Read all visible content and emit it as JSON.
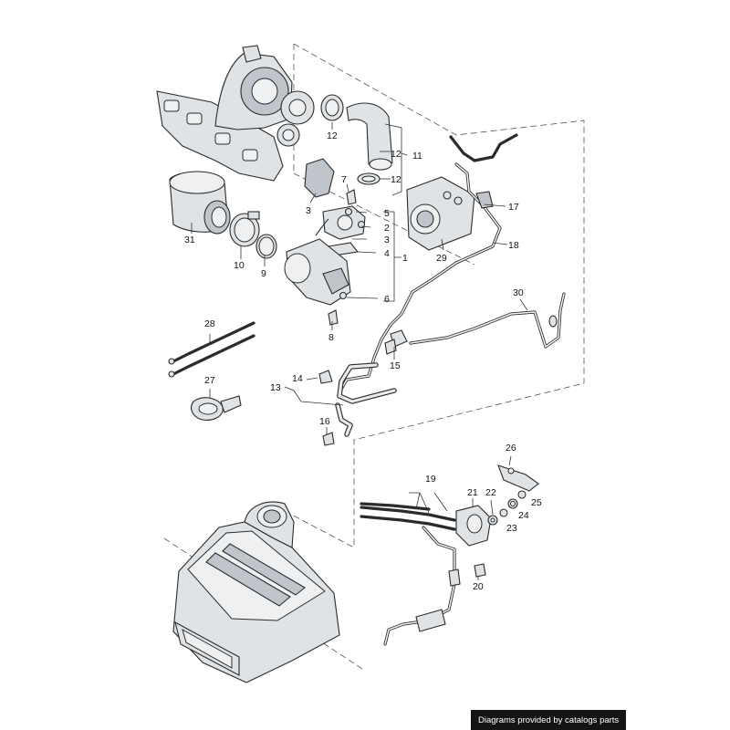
{
  "callouts": {
    "c1": "1",
    "c2": "2",
    "c3a": "3",
    "c3b": "3",
    "c4": "4",
    "c5": "5",
    "c6": "6",
    "c7": "7",
    "c8": "8",
    "c9": "9",
    "c10": "10",
    "c11": "11",
    "c12a": "12",
    "c12b": "12",
    "c12c": "12",
    "c13": "13",
    "c14": "14",
    "c15": "15",
    "c16": "16",
    "c17": "17",
    "c18": "18",
    "c19": "19",
    "c20": "20",
    "c21": "21",
    "c22": "22",
    "c23": "23",
    "c24": "24",
    "c25": "25",
    "c26": "26",
    "c27": "27",
    "c28": "28",
    "c29": "29",
    "c30": "30",
    "c31": "31"
  },
  "footer": {
    "credit": "Diagrams provided by catalogs parts"
  },
  "colors": {
    "line": "#2b2b2b",
    "fill": "#dfe3e6",
    "footer_bg": "#141414"
  }
}
